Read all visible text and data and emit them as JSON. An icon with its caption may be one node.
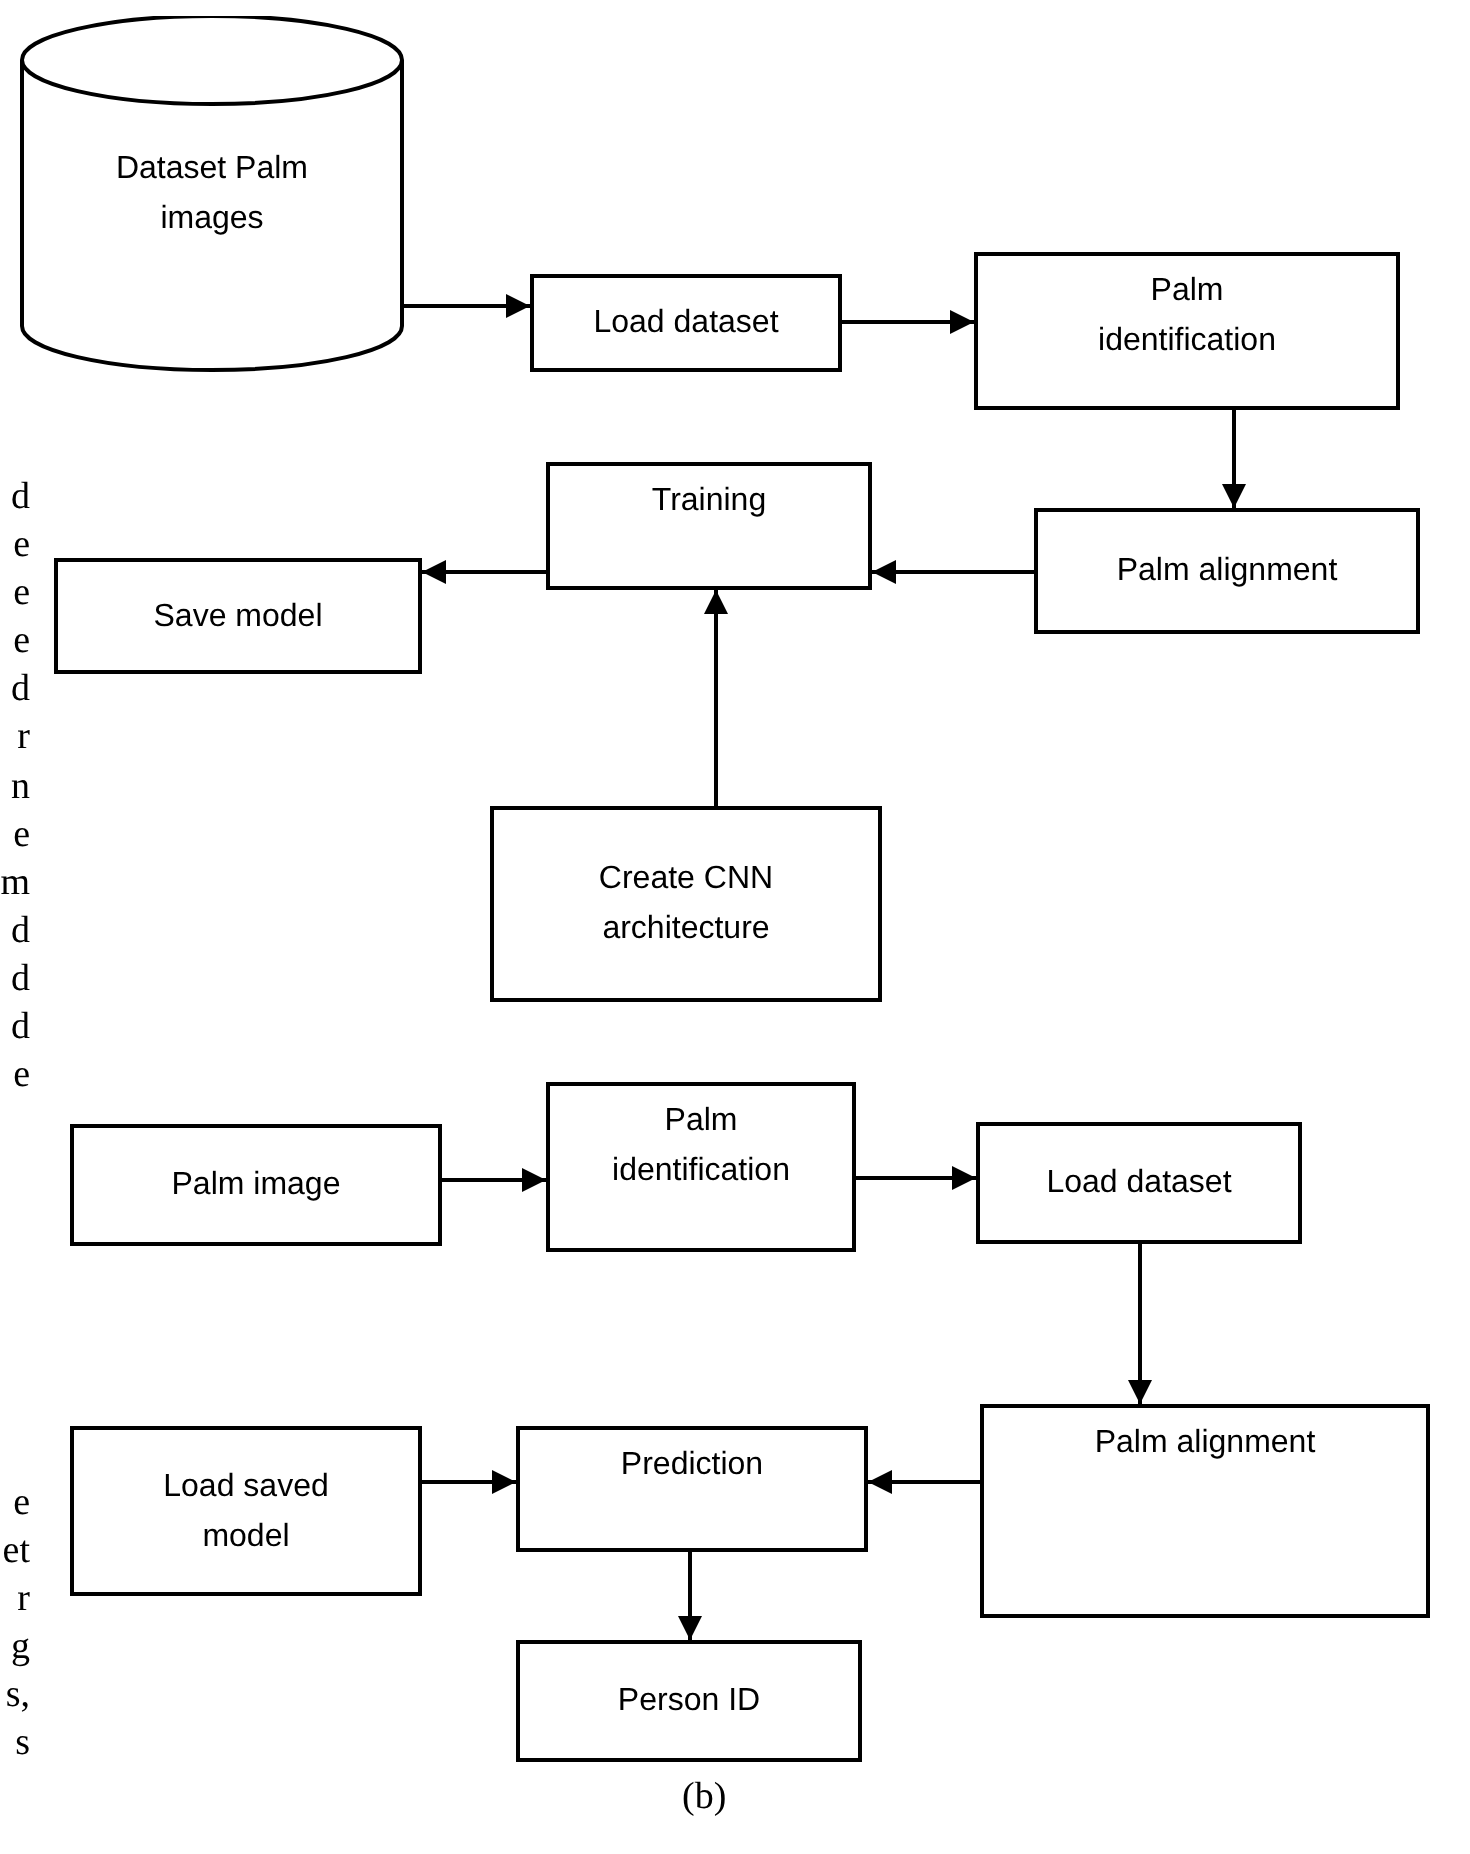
{
  "diagram": {
    "nodes": [
      {
        "text": [
          "Dataset Palm images"
        ]
      },
      {
        "text": [
          "Load dataset"
        ]
      },
      {
        "text": [
          "Palm identification"
        ]
      },
      {
        "text": [
          "Palm alignment"
        ]
      },
      {
        "text": [
          "Training"
        ]
      },
      {
        "text": [
          "Save model"
        ]
      },
      {
        "text": [
          "Create CNN architecture"
        ]
      },
      {
        "text": [
          "Palm image"
        ]
      },
      {
        "text": [
          "Palm identification"
        ]
      },
      {
        "text": [
          "Load dataset"
        ]
      },
      {
        "text": [
          "Palm alignment"
        ]
      },
      {
        "text": [
          "Load saved model"
        ]
      },
      {
        "text": [
          "Prediction"
        ]
      },
      {
        "text": [
          "Person ID"
        ]
      }
    ],
    "edges": [
      {
        "from": 0,
        "to": 1,
        "arrow": "to"
      },
      {
        "from": 1,
        "to": 2,
        "arrow": "to"
      },
      {
        "from": 2,
        "to": 3,
        "arrow": "to"
      },
      {
        "from": 3,
        "to": 4,
        "arrow": "to"
      },
      {
        "from": 4,
        "to": 5,
        "arrow": "to"
      },
      {
        "from": 6,
        "to": 4,
        "arrow": "to"
      },
      {
        "from": 7,
        "to": 8,
        "arrow": "to"
      },
      {
        "from": 8,
        "to": 9,
        "arrow": "to"
      },
      {
        "from": 9,
        "to": 10,
        "arrow": "to"
      },
      {
        "from": 10,
        "to": 12,
        "arrow": "to"
      },
      {
        "from": 11,
        "to": 12,
        "arrow": "to"
      },
      {
        "from": 12,
        "to": 13,
        "arrow": "to"
      }
    ],
    "labels": [
      "d",
      "e",
      "e",
      "e",
      "d",
      "r",
      "n",
      "e",
      "m",
      "d",
      "d",
      "d",
      "e",
      "e",
      "et",
      "r",
      "g",
      "s,",
      "s",
      "(b)"
    ]
  }
}
